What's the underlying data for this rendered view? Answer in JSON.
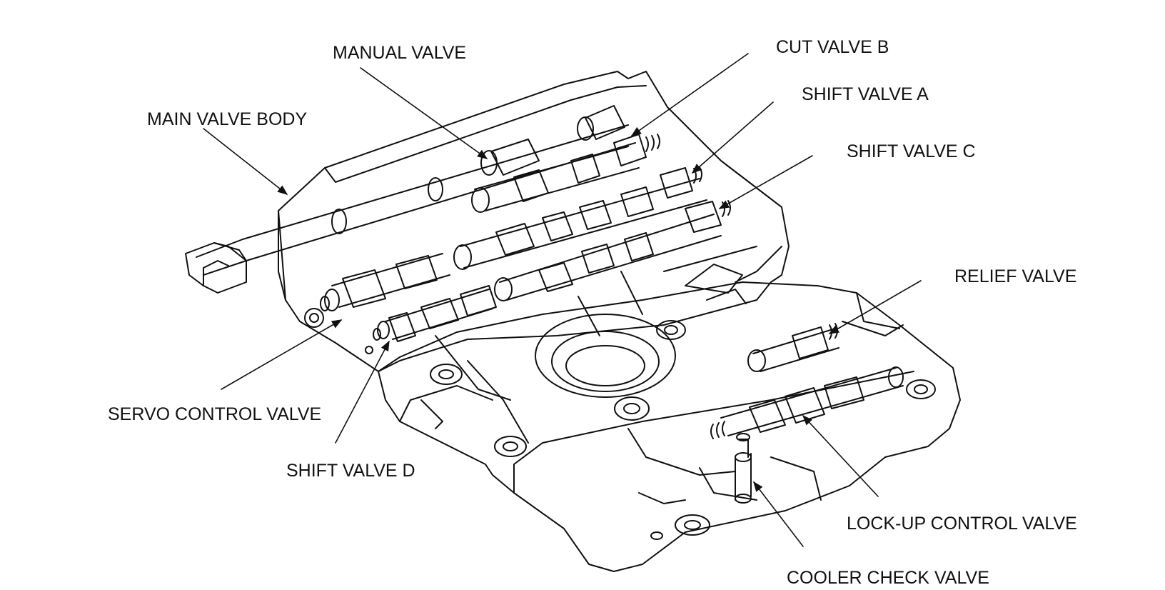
{
  "diagram": {
    "labels": {
      "manual_valve": "MANUAL VALVE",
      "cut_valve_b": "CUT VALVE B",
      "shift_valve_a": "SHIFT VALVE A",
      "main_valve_body": "MAIN VALVE BODY",
      "shift_valve_c": "SHIFT VALVE C",
      "relief_valve": "RELIEF VALVE",
      "servo_control_valve": "SERVO CONTROL VALVE",
      "shift_valve_d": "SHIFT VALVE D",
      "lock_up_control_valve": "LOCK-UP CONTROL VALVE",
      "cooler_check_valve": "COOLER CHECK VALVE"
    },
    "colors": {
      "line": "#111111",
      "background": "#ffffff"
    }
  }
}
